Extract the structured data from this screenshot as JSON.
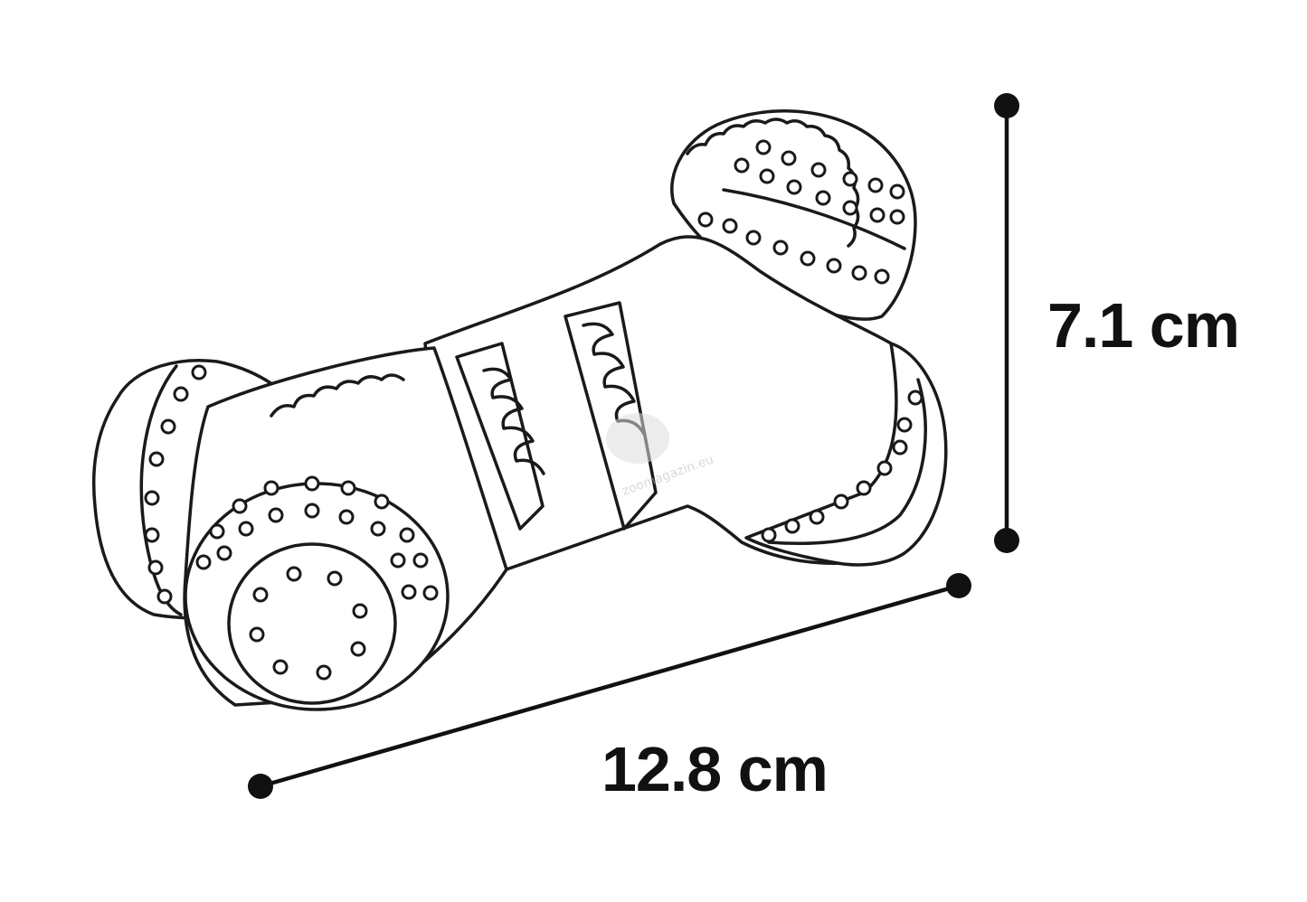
{
  "dimensions": {
    "height_label": "7.1 cm",
    "length_label": "12.8 cm"
  },
  "watermark": {
    "text": "zoomagazin.eu"
  },
  "colors": {
    "line": "#1a1a1a",
    "background": "#ffffff",
    "label": "#111111"
  }
}
